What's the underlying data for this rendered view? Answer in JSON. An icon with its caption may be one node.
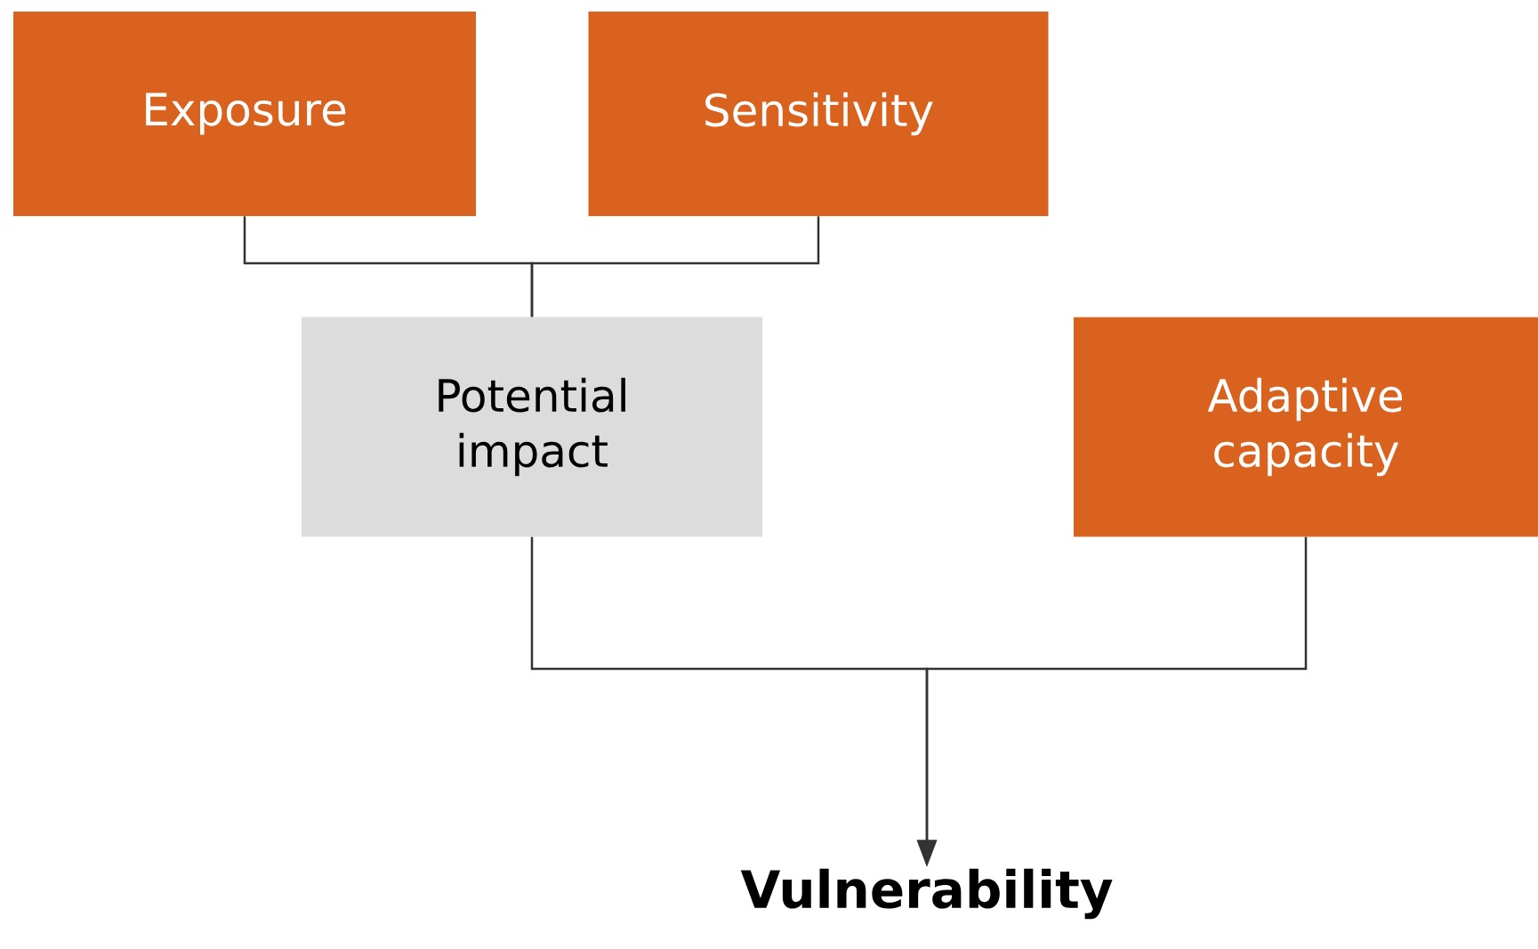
{
  "diagram": {
    "nodes": [
      {
        "text": [
          "Exposure"
        ]
      },
      {
        "text": [
          "Sensitivity"
        ]
      },
      {
        "text": [
          "Potential impact"
        ]
      },
      {
        "text": [
          "Adaptive capacity"
        ]
      },
      {
        "text": [
          "Vulnerability"
        ]
      }
    ],
    "edges": [
      {
        "from": 0,
        "to": 2,
        "arrow": "none"
      },
      {
        "from": 1,
        "to": 2,
        "arrow": "none"
      },
      {
        "from": 2,
        "to": 4,
        "arrow": "to"
      },
      {
        "from": 3,
        "to": 4,
        "arrow": "to"
      }
    ]
  }
}
